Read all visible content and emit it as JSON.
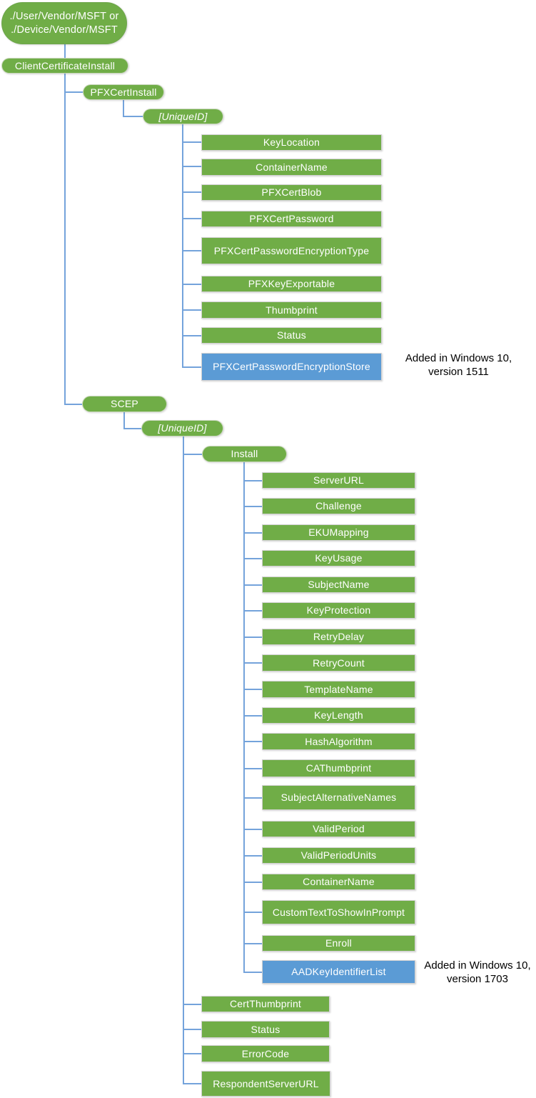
{
  "diagram": {
    "kind": "csp-tree",
    "colors": {
      "node_green": "#70AD47",
      "node_blue": "#5B9BD5",
      "connector_blue": "#74A3DB",
      "node_text": "#FFFFFF",
      "annotation_text": "#000000",
      "background": "#FFFFFF"
    },
    "nodes": [
      {
        "id": "root",
        "label": "./User/Vendor/MSFT or\n./Device/Vendor/MSFT",
        "shape": "stadium",
        "color": "green",
        "parent": null
      },
      {
        "id": "clientCertificateInstall",
        "label": "ClientCertificateInstall",
        "shape": "pill",
        "color": "green",
        "parent": "root"
      },
      {
        "id": "pfxCertInstall",
        "label": "PFXCertInstall",
        "shape": "pill",
        "color": "green",
        "parent": "clientCertificateInstall"
      },
      {
        "id": "pfxUniqueID",
        "label": "[UniqueID]",
        "shape": "pill",
        "color": "green",
        "italic": true,
        "parent": "pfxCertInstall"
      },
      {
        "id": "keyLocation",
        "label": "KeyLocation",
        "shape": "rect",
        "color": "green",
        "parent": "pfxUniqueID"
      },
      {
        "id": "pfxContainerName",
        "label": "ContainerName",
        "shape": "rect",
        "color": "green",
        "parent": "pfxUniqueID"
      },
      {
        "id": "pfxCertBlob",
        "label": "PFXCertBlob",
        "shape": "rect",
        "color": "green",
        "parent": "pfxUniqueID"
      },
      {
        "id": "pfxCertPassword",
        "label": "PFXCertPassword",
        "shape": "rect",
        "color": "green",
        "parent": "pfxUniqueID"
      },
      {
        "id": "pfxCertPasswordEncryptionType",
        "label": "PFXCertPasswordEncryptionType",
        "shape": "rect",
        "color": "green",
        "parent": "pfxUniqueID"
      },
      {
        "id": "pfxKeyExportable",
        "label": "PFXKeyExportable",
        "shape": "rect",
        "color": "green",
        "parent": "pfxUniqueID"
      },
      {
        "id": "thumbprint",
        "label": "Thumbprint",
        "shape": "rect",
        "color": "green",
        "parent": "pfxUniqueID"
      },
      {
        "id": "pfxStatus",
        "label": "Status",
        "shape": "rect",
        "color": "green",
        "parent": "pfxUniqueID"
      },
      {
        "id": "pfxCertPasswordEncryptionStore",
        "label": "PFXCertPasswordEncryptionStore",
        "shape": "rect",
        "color": "blue",
        "parent": "pfxUniqueID",
        "note": "Added in Windows 10, version 1511"
      },
      {
        "id": "scep",
        "label": "SCEP",
        "shape": "pill",
        "color": "green",
        "parent": "clientCertificateInstall"
      },
      {
        "id": "scepUniqueID",
        "label": "[UniqueID]",
        "shape": "pill",
        "color": "green",
        "italic": true,
        "parent": "scep"
      },
      {
        "id": "install",
        "label": "Install",
        "shape": "pill",
        "color": "green",
        "parent": "scepUniqueID"
      },
      {
        "id": "serverURL",
        "label": "ServerURL",
        "shape": "rect",
        "color": "green",
        "parent": "install"
      },
      {
        "id": "challenge",
        "label": "Challenge",
        "shape": "rect",
        "color": "green",
        "parent": "install"
      },
      {
        "id": "ekuMapping",
        "label": "EKUMapping",
        "shape": "rect",
        "color": "green",
        "parent": "install"
      },
      {
        "id": "keyUsage",
        "label": "KeyUsage",
        "shape": "rect",
        "color": "green",
        "parent": "install"
      },
      {
        "id": "subjectName",
        "label": "SubjectName",
        "shape": "rect",
        "color": "green",
        "parent": "install"
      },
      {
        "id": "keyProtection",
        "label": "KeyProtection",
        "shape": "rect",
        "color": "green",
        "parent": "install"
      },
      {
        "id": "retryDelay",
        "label": "RetryDelay",
        "shape": "rect",
        "color": "green",
        "parent": "install"
      },
      {
        "id": "retryCount",
        "label": "RetryCount",
        "shape": "rect",
        "color": "green",
        "parent": "install"
      },
      {
        "id": "templateName",
        "label": "TemplateName",
        "shape": "rect",
        "color": "green",
        "parent": "install"
      },
      {
        "id": "keyLength",
        "label": "KeyLength",
        "shape": "rect",
        "color": "green",
        "parent": "install"
      },
      {
        "id": "hashAlgorithm",
        "label": "HashAlgorithm",
        "shape": "rect",
        "color": "green",
        "parent": "install"
      },
      {
        "id": "caThumbprint",
        "label": "CAThumbprint",
        "shape": "rect",
        "color": "green",
        "parent": "install"
      },
      {
        "id": "subjectAlternativeNames",
        "label": "SubjectAlternativeNames",
        "shape": "rect",
        "color": "green",
        "parent": "install"
      },
      {
        "id": "validPeriod",
        "label": "ValidPeriod",
        "shape": "rect",
        "color": "green",
        "parent": "install"
      },
      {
        "id": "validPeriodUnits",
        "label": "ValidPeriodUnits",
        "shape": "rect",
        "color": "green",
        "parent": "install"
      },
      {
        "id": "scepContainerName",
        "label": "ContainerName",
        "shape": "rect",
        "color": "green",
        "parent": "install"
      },
      {
        "id": "customTextToShowInPrompt",
        "label": "CustomTextToShowInPrompt",
        "shape": "rect",
        "color": "green",
        "parent": "install"
      },
      {
        "id": "enroll",
        "label": "Enroll",
        "shape": "rect",
        "color": "green",
        "parent": "install"
      },
      {
        "id": "aadKeyIdentifierList",
        "label": "AADKeyIdentifierList",
        "shape": "rect",
        "color": "blue",
        "parent": "install",
        "note": "Added in Windows 10, version 1703"
      },
      {
        "id": "certThumbprint",
        "label": "CertThumbprint",
        "shape": "rect",
        "color": "green",
        "parent": "scepUniqueID"
      },
      {
        "id": "scepStatus",
        "label": "Status",
        "shape": "rect",
        "color": "green",
        "parent": "scepUniqueID"
      },
      {
        "id": "errorCode",
        "label": "ErrorCode",
        "shape": "rect",
        "color": "green",
        "parent": "scepUniqueID"
      },
      {
        "id": "respondentServerURL",
        "label": "RespondentServerURL",
        "shape": "rect",
        "color": "green",
        "parent": "scepUniqueID"
      }
    ],
    "annotations": [
      {
        "id": "note1511",
        "lines": [
          "Added in Windows 10,",
          "version 1511"
        ],
        "attached_to": "pfxCertPasswordEncryptionStore"
      },
      {
        "id": "note1703",
        "lines": [
          "Added in Windows 10,",
          "version 1703"
        ],
        "attached_to": "aadKeyIdentifierList"
      }
    ]
  }
}
